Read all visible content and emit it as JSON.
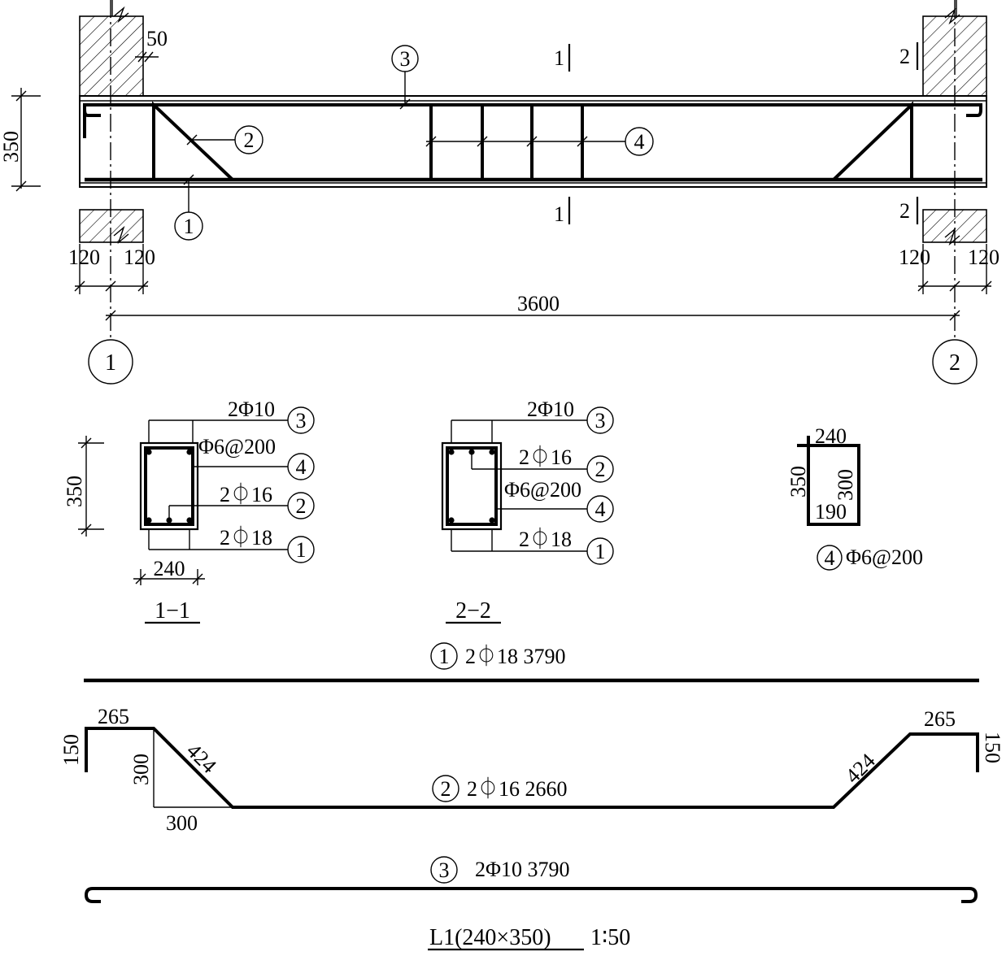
{
  "elevation": {
    "dim_50": "50",
    "dim_350": "350",
    "dim_120_l1": "120",
    "dim_120_l2": "120",
    "dim_120_r1": "120",
    "dim_120_r2": "120",
    "span": "3600",
    "axis_left": "1",
    "axis_right": "2",
    "section_top_1": "1",
    "section_bottom_1": "1",
    "section_top_2": "2",
    "section_bottom_2": "2",
    "callout_1": "1",
    "callout_2": "2",
    "callout_3": "3",
    "callout_4": "4"
  },
  "section_1_1": {
    "title": "1−1",
    "top_bars": "2Φ10",
    "stirrup": "Φ6@200",
    "bent_bars": "2⏀16",
    "bottom_bars": "2⏀18",
    "width": "240",
    "height": "350",
    "mark_top": "3",
    "mark_stirrup": "4",
    "mark_bent": "2",
    "mark_bottom": "1"
  },
  "section_2_2": {
    "title": "2−2",
    "top_bars": "2Φ10",
    "bent_bars": "2⏀16",
    "stirrup": "Φ6@200",
    "bottom_bars": "2⏀18",
    "mark_top": "3",
    "mark_bent": "2",
    "mark_stirrup": "4",
    "mark_bottom": "1"
  },
  "stirrup_detail": {
    "outer_width": "240",
    "outer_height": "350",
    "inner_height": "300",
    "inner_width": "190",
    "mark": "4",
    "spec": "Φ6@200"
  },
  "bar_schedule": {
    "bar1": {
      "mark": "1",
      "spec": "2⏀18 3790"
    },
    "bar2": {
      "mark": "2",
      "spec": "2⏀16 2660",
      "hook_left": "150",
      "top_left": "265",
      "slope_left": "424",
      "rise": "300",
      "run": "300",
      "slope_right": "424",
      "top_right": "265",
      "hook_right": "150"
    },
    "bar3": {
      "mark": "3",
      "spec": "2Φ10 3790"
    }
  },
  "footer": {
    "title": "L1(240×350)",
    "scale": "1∶50"
  }
}
